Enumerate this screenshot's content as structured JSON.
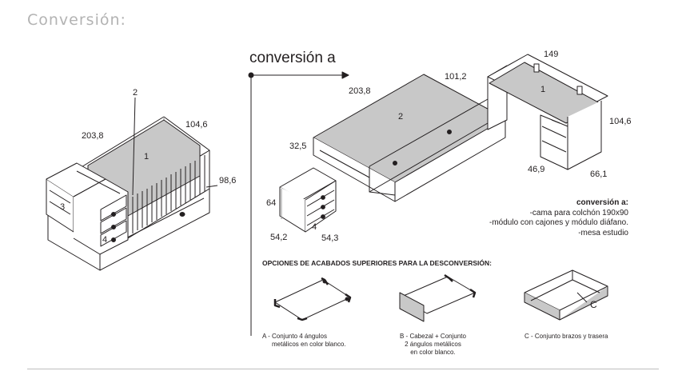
{
  "heading": "Conversión:",
  "conversion_label": "conversión a",
  "crib": {
    "dims": {
      "length": "203,8",
      "width": "104,6",
      "height": "98,6"
    },
    "parts": [
      "1",
      "2",
      "3",
      "4"
    ]
  },
  "bed": {
    "dims": {
      "length": "203,8",
      "width": "101,2",
      "height": "32,5"
    },
    "part": "2"
  },
  "chest": {
    "dims": {
      "height": "64",
      "width": "54,2",
      "depth": "54,3"
    },
    "part": "4"
  },
  "desk": {
    "dims": {
      "length": "149",
      "height": "104,6",
      "width": "66,1",
      "depth": "46,9"
    },
    "part": "1"
  },
  "notes": {
    "title": "conversión a:",
    "lines": [
      "-cama para colchón 190x90",
      "-módulo con cajones y módulo diáfano.",
      "-mesa estudio"
    ]
  },
  "options": {
    "title": "OPCIONES DE ACABADOS SUPERIORES PARA LA DESCONVERSIÓN:",
    "a": {
      "lines": [
        "A - Conjunto 4 ángulos",
        "metálicos en color blanco."
      ]
    },
    "b": {
      "lines": [
        "B - Cabezal + Conjunto",
        "2 ángulos metálicos",
        "en color blanco."
      ]
    },
    "c": {
      "letter": "C",
      "lines": [
        "C - Conjunto brazos y trasera"
      ]
    }
  },
  "colors": {
    "heading": "#b3b3b3",
    "panel_grey": "#c8c8c8",
    "line": "#231f20"
  }
}
